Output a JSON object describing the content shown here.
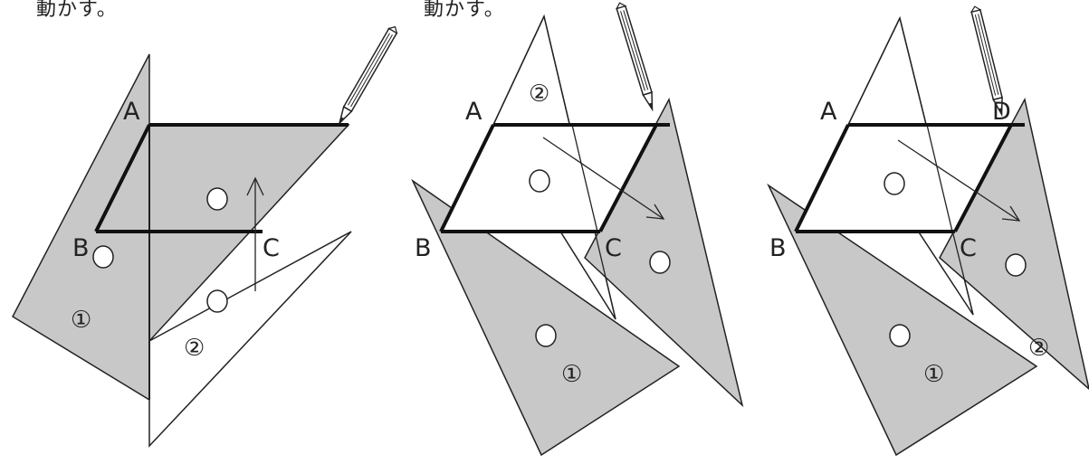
{
  "captions": {
    "panel1": "動かす。",
    "panel2": "動かす。"
  },
  "panel1": {
    "A": "A",
    "B": "B",
    "C": "C",
    "t1": "①",
    "t2": "②"
  },
  "panel2": {
    "A": "A",
    "B": "B",
    "C": "C",
    "t1": "①",
    "t2": "②"
  },
  "panel3": {
    "A": "A",
    "B": "B",
    "C": "C",
    "D": "D",
    "t1": "①",
    "t2": "②"
  },
  "colors": {
    "triangle_fill": "#c8c8c8",
    "stroke": "#222222",
    "background": "#ffffff"
  }
}
